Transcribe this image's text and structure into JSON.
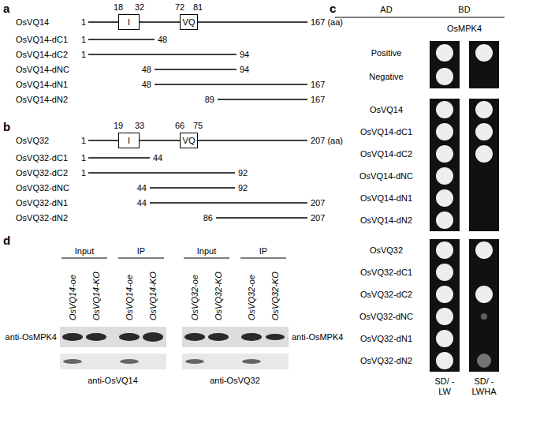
{
  "diagram": {
    "nodes": [
      {
        "text": [
          "I"
        ]
      },
      {
        "text": [
          "VQ"
        ]
      },
      {
        "text": [
          "I"
        ]
      },
      {
        "text": [
          "VQ"
        ]
      }
    ],
    "labels": [
      "a",
      "18",
      "32",
      "72",
      "81",
      "OsVQ14",
      "1",
      "167 (aa)",
      "OsVQ14-dC1",
      "1",
      "48",
      "OsVQ14-dC2",
      "1",
      "94",
      "OsVQ14-dNC",
      "48",
      "94",
      "OsVQ14-dN1",
      "48",
      "167",
      "OsVQ14-dN2",
      "89",
      "167",
      "b",
      "19",
      "33",
      "66",
      "75",
      "OsVQ32",
      "1",
      "207 (aa)",
      "OsVQ32-dC1",
      "1",
      "44",
      "OsVQ32-dC2",
      "1",
      "92",
      "OsVQ32-dNC",
      "44",
      "92",
      "OsVQ32-dN1",
      "44",
      "207",
      "OsVQ32-dN2",
      "86",
      "207",
      "c",
      "AD",
      "BD",
      "OsMPK4",
      "Positive",
      "Negative",
      "OsVQ14",
      "OsVQ14-dC1",
      "OsVQ14-dC2",
      "OsVQ14-dNC",
      "OsVQ14-dN1",
      "OsVQ14-dN2",
      "OsVQ32",
      "OsVQ32-dC1",
      "OsVQ32-dC2",
      "OsVQ32-dNC",
      "OsVQ32-dN1",
      "OsVQ32-dN2",
      "SD/ -LW",
      "SD/ -LWHA",
      "d",
      "Input",
      "IP",
      "Input",
      "IP",
      "OsVQ14-oe",
      "OsVQ14-KO",
      "OsVQ14-oe",
      "OsVQ14-KO",
      "OsVQ32-oe",
      "OsVQ32-KO",
      "OsVQ32-oe",
      "OsVQ32-KO",
      "anti-OsMPK4",
      "anti-OsMPK4",
      "anti-OsVQ14",
      "anti-OsVQ32"
    ]
  }
}
